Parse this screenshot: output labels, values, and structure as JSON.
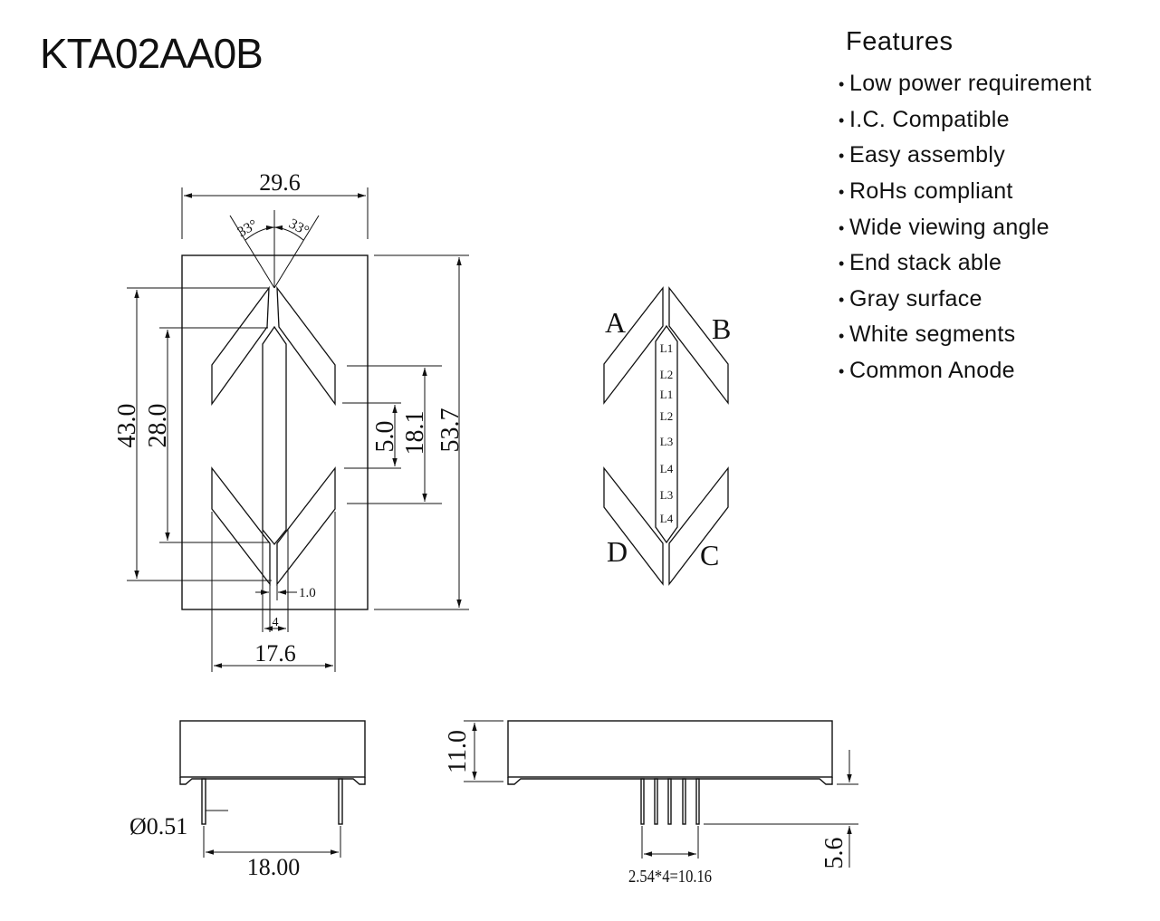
{
  "title": "KTA02AA0B",
  "features": {
    "heading": "Features",
    "items": [
      "Low power requirement",
      "I.C. Compatible",
      "Easy assembly",
      "RoHs compliant",
      "Wide viewing angle",
      "End stack able",
      "Gray surface",
      "White segments",
      "Common Anode"
    ]
  },
  "front_view": {
    "width": "29.6",
    "angle_left": "33°",
    "angle_right": "33°",
    "dim_43": "43.0",
    "dim_28": "28.0",
    "dim_5": "5.0",
    "dim_18_1": "18.1",
    "dim_53_7": "53.7",
    "dim_1": "1.0",
    "dim_4": "4",
    "dim_17_6": "17.6"
  },
  "segment_view": {
    "labels": {
      "a": "A",
      "b": "B",
      "c": "C",
      "d": "D"
    },
    "center_labels": [
      "L1",
      "L2",
      "L1",
      "L2",
      "L3",
      "L4",
      "L3",
      "L4"
    ]
  },
  "side_view": {
    "pin_diameter": "Ø0.51",
    "pin_span": "18.00"
  },
  "bottom_view": {
    "height": "11.0",
    "pin_length": "5.6",
    "pitch": "2.54*4=10.16"
  }
}
